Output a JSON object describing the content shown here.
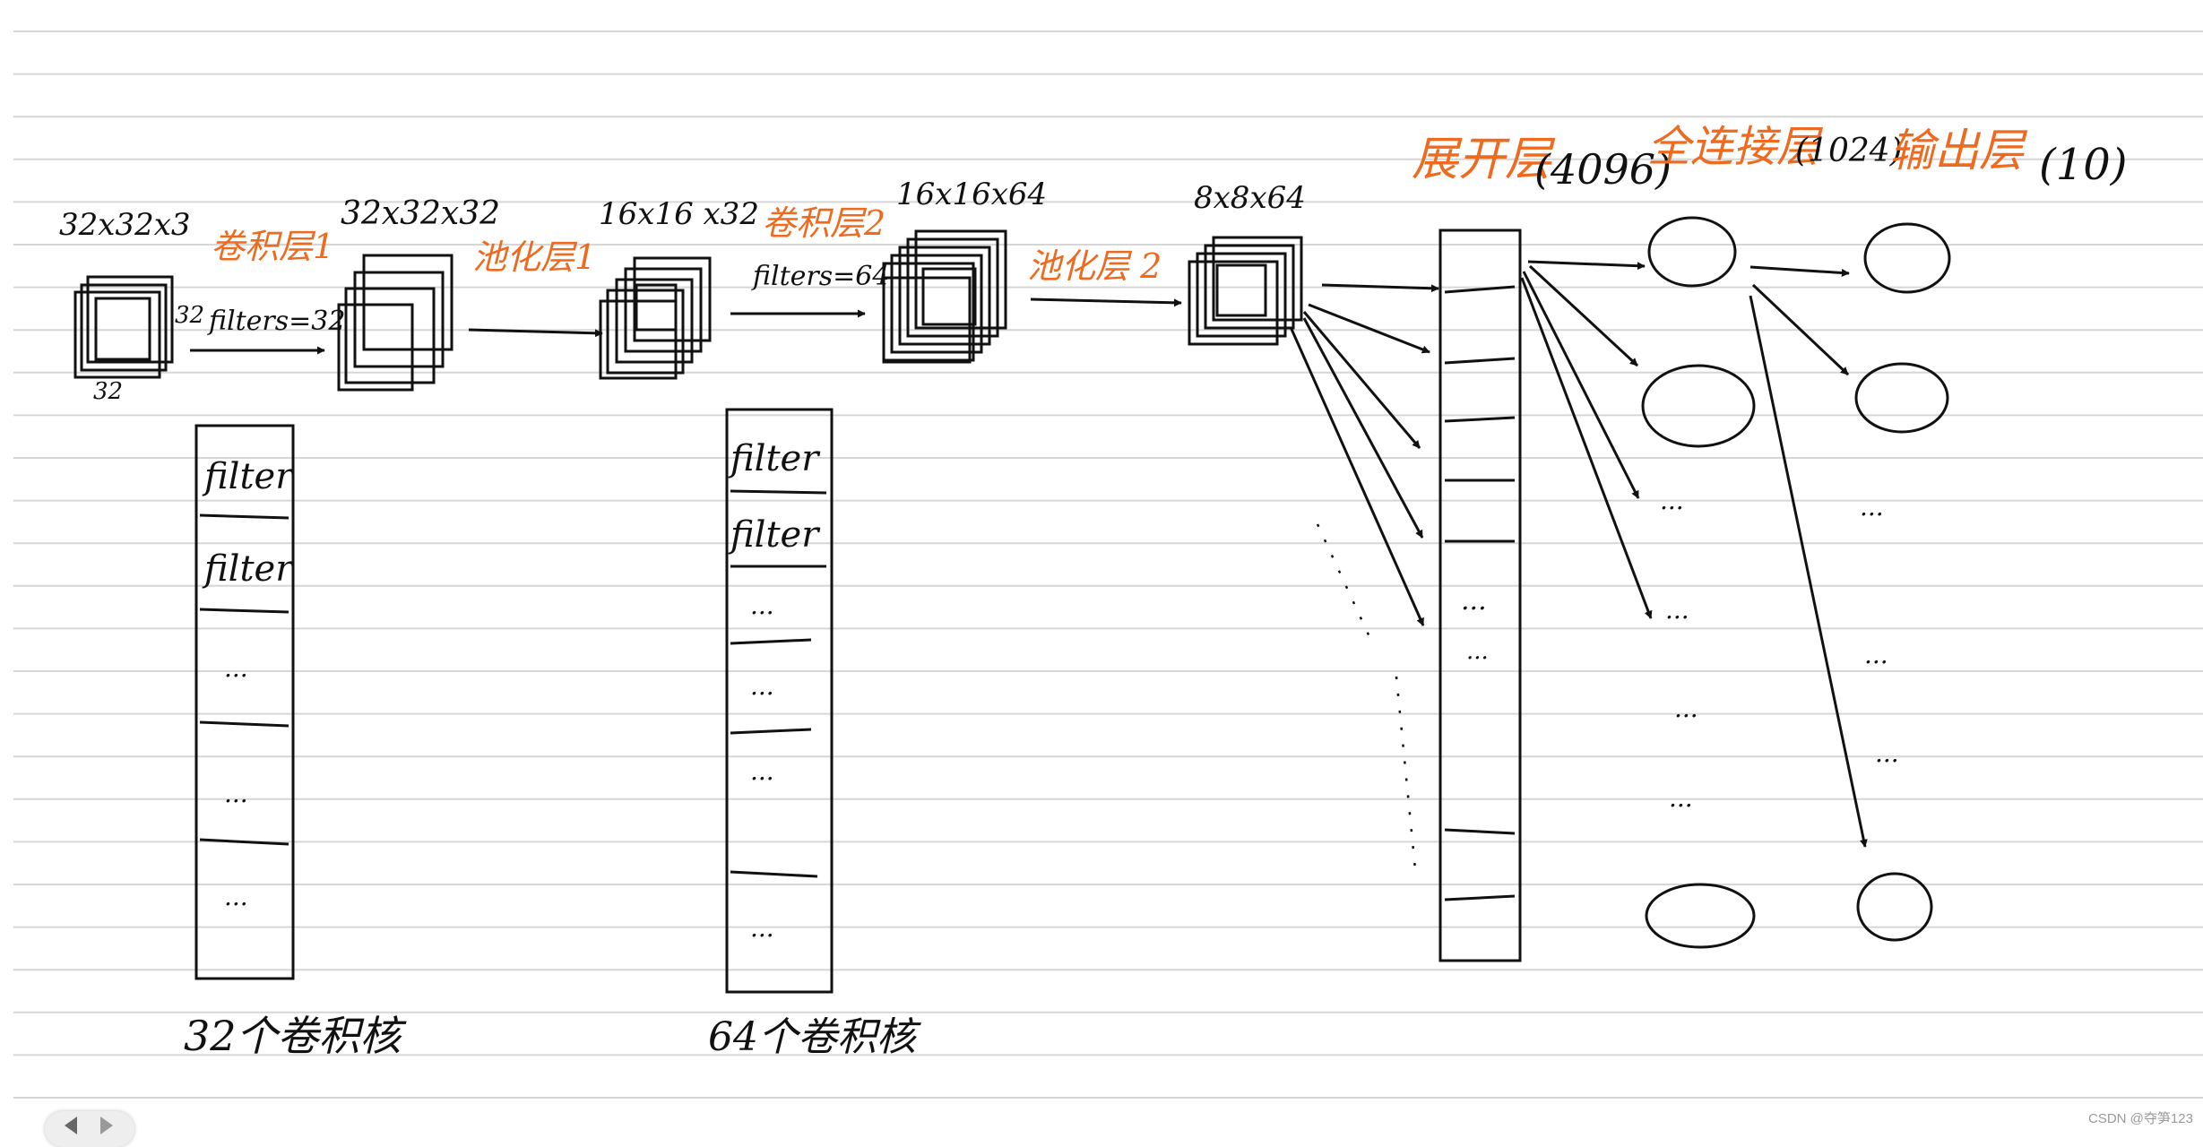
{
  "labels": {
    "input_dims": "32x32x3",
    "input_side": "32",
    "input_bottom": "32",
    "conv1_title": "卷积层1",
    "conv1_filters": "filters=32",
    "conv1_out_dims": "32x32x32",
    "pool1_title": "池化层1",
    "pool1_out_dims": "16x16 x32",
    "conv2_title": "卷积层2",
    "conv2_filters": "filters=64",
    "conv2_out_dims": "16x16x64",
    "pool2_title": "池化层 2",
    "pool2_out_dims": "8x8x64",
    "flatten_title": "展开层",
    "flatten_size": "(4096)",
    "fc_title": "全连接层",
    "fc_size": "(1024)",
    "output_title": "输出层",
    "output_size": "(10)"
  },
  "filter_bank_1": {
    "items": [
      "filter",
      "filter",
      "...",
      "...",
      "..."
    ],
    "caption": "32个卷积核"
  },
  "filter_bank_2": {
    "items": [
      "filter",
      "filter",
      "...",
      "...",
      "...",
      "..."
    ],
    "caption": "64个卷积核"
  },
  "ellipsis": "...",
  "watermark": "CSDN @夺笋123",
  "colors": {
    "ink": "#111111",
    "annotation": "#ee6a1f",
    "ruled_line": "#d6d6d6",
    "paper": "#ffffff"
  },
  "icons": [
    "chevron-left-icon",
    "chevron-right-icon"
  ]
}
